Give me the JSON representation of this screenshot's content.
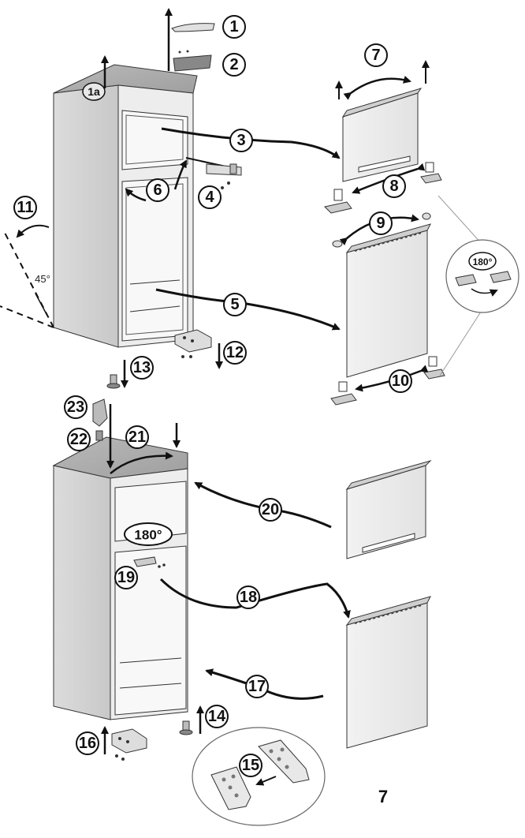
{
  "callouts": {
    "c1": "1",
    "c1a": "1a",
    "c2": "2",
    "c3": "3",
    "c4": "4",
    "c5": "5",
    "c6": "6",
    "c7": "7",
    "c8": "8",
    "c9": "9",
    "c10": "10",
    "c11": "11",
    "c12": "12",
    "c13": "13",
    "c14": "14",
    "c15": "15",
    "c16": "16",
    "c17": "17",
    "c18": "18",
    "c19": "19",
    "c20": "20",
    "c21": "21",
    "c22": "22",
    "c23": "23"
  },
  "labels": {
    "angle": "45°",
    "rotate_detail": "180°",
    "rotate_main": "180°"
  },
  "page_number": "7"
}
